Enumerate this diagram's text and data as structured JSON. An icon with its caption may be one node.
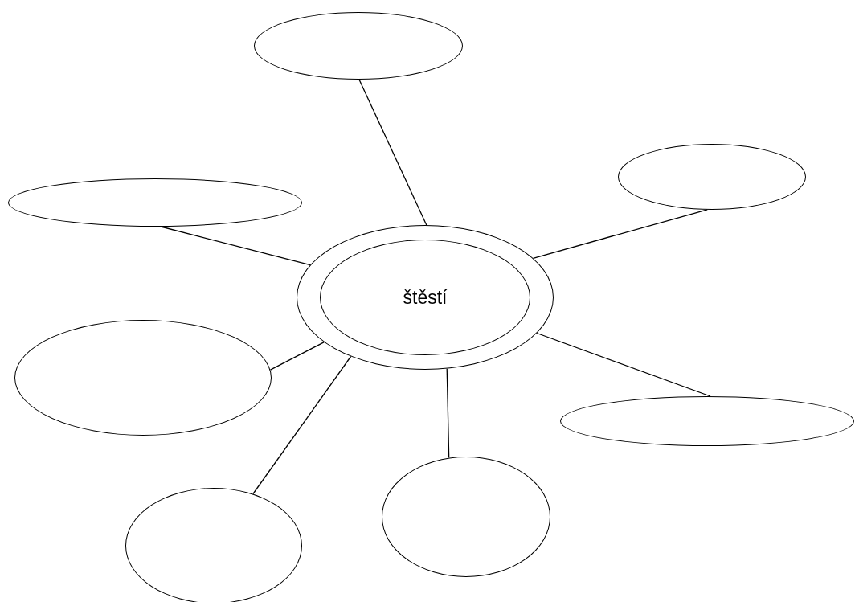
{
  "diagram": {
    "nodes": [
      {
        "text": [
          "štěstí"
        ]
      },
      {
        "text": [],
        "shape": "ellipse"
      },
      {
        "text": [],
        "shape": "ellipse"
      },
      {
        "text": [],
        "shape": "ellipse"
      },
      {
        "text": [],
        "shape": "ellipse"
      },
      {
        "text": [],
        "shape": "ellipse"
      },
      {
        "text": [],
        "shape": "ellipse"
      },
      {
        "text": [],
        "shape": "ellipse"
      }
    ],
    "edges": [
      {
        "from": 0,
        "to": 1,
        "arrow": "none"
      },
      {
        "from": 0,
        "to": 2,
        "arrow": "none"
      },
      {
        "from": 0,
        "to": 3,
        "arrow": "none"
      },
      {
        "from": 0,
        "to": 4,
        "arrow": "none"
      },
      {
        "from": 0,
        "to": 5,
        "arrow": "none"
      },
      {
        "from": 0,
        "to": 6,
        "arrow": "none"
      },
      {
        "from": 0,
        "to": 7,
        "arrow": "none"
      }
    ]
  }
}
